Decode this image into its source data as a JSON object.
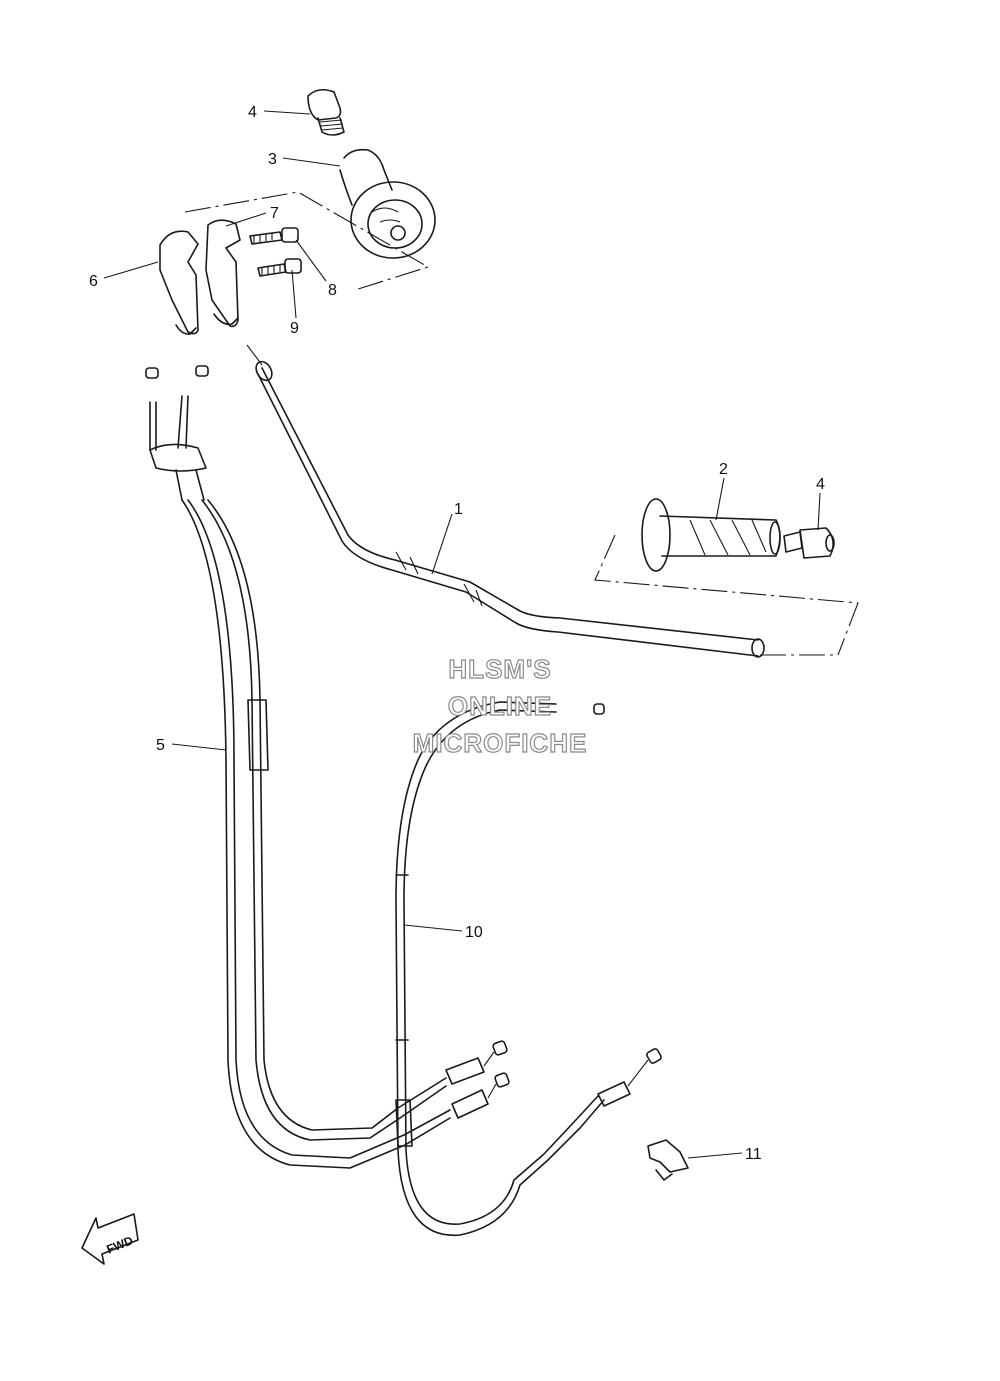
{
  "callouts": [
    {
      "id": "c1",
      "label": "1"
    },
    {
      "id": "c2",
      "label": "2"
    },
    {
      "id": "c3",
      "label": "3"
    },
    {
      "id": "c4a",
      "label": "4"
    },
    {
      "id": "c4b",
      "label": "4"
    },
    {
      "id": "c5",
      "label": "5"
    },
    {
      "id": "c6",
      "label": "6"
    },
    {
      "id": "c7",
      "label": "7"
    },
    {
      "id": "c8",
      "label": "8"
    },
    {
      "id": "c9",
      "label": "9"
    },
    {
      "id": "c10",
      "label": "10"
    },
    {
      "id": "c11",
      "label": "11"
    }
  ],
  "watermark": {
    "line1": "HLSM'S",
    "line2": "ONLINE",
    "line3": "MICROFICHE"
  },
  "fwd_label": "FWD"
}
